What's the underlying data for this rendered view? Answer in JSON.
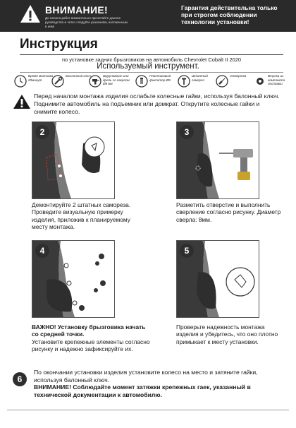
{
  "header": {
    "warning_title": "ВНИМАНИЕ!",
    "warning_sub": "До начала работ внимательно прочитайте данное руководство и четко следуйте указаниям, изложенным в нем!",
    "guarantee": "Гарантия действительна только при строгом соблюдении технологии установки!"
  },
  "doc": {
    "title": "Инструкция",
    "subtitle": "по установке задних брызговиков на автомобиль Chevrolet Cobalt II 2020"
  },
  "tools": {
    "title": "Используемый инструмент.",
    "items": [
      {
        "label": "Время монтажа 20минут",
        "icon": "clock-icon"
      },
      {
        "label": "Баллонный ключ",
        "icon": "wrench-icon"
      },
      {
        "label": "Шуруповерт или дрель со сверлом Ø8 мм",
        "icon": "drill-icon"
      },
      {
        "label": "Пластиковый фиксатор Ø8",
        "icon": "clip-icon"
      },
      {
        "label": "Штатный саморез",
        "icon": "screw-icon"
      },
      {
        "label": "Отвертка",
        "icon": "screwdriver-icon"
      },
      {
        "label": "Втулка из комплекта поставки",
        "icon": "bushing-icon"
      }
    ]
  },
  "caution": "Перед началом монтажа изделия ослабьте колесные гайки, используя балонный ключ. Поднимите автомобиль на подъемник или домкрат. Открутите колесные гайки и снимите колесо.",
  "steps": [
    {
      "num": "2",
      "text": "Демонтируйте 2 штатных самореза. Проведите визуальную примерку изделия, приложив к планируемому месту монтажа."
    },
    {
      "num": "3",
      "text": "Разметить отверстие и выполнить сверление согласно рисунку. Диаметр сверла: 8мм."
    },
    {
      "num": "4",
      "bold": "ВАЖНО! Установку брызговика начать со средней точки.",
      "text": "Установите крепежные элементы согласно рисунку и надежно зафиксируйте их."
    },
    {
      "num": "5",
      "text": "Проверьте надежность монтажа изделия и убедитесь, что оно плотно примыкает к месту установки."
    }
  ],
  "final": {
    "num": "6",
    "text": "По окончании установки изделия установите колесо на место и затяните гайки, используя балонный ключ.",
    "bold": "ВНИМАНИЕ! Соблюдайте момент затяжки крепежных гаек, указанный в технической документации к автомобилю."
  }
}
